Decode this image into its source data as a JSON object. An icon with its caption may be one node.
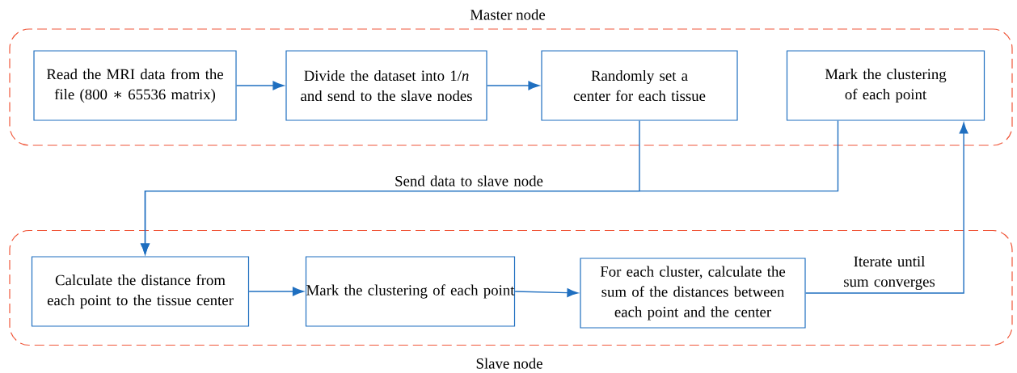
{
  "diagram": {
    "nodes": [
      {
        "text": [
          "Master node"
        ]
      },
      {
        "text": [
          "Read the MRI data from the file (800 ∗ 65536 matrix)"
        ],
        "in": 0
      },
      {
        "text": [
          "Divide the dataset into 1/*n* and send to the slave nodes"
        ],
        "in": 0
      },
      {
        "text": [
          "Randomly set a center for each tissue"
        ],
        "in": 0
      },
      {
        "text": [
          "Mark the clustering of each point"
        ],
        "in": 0
      },
      {
        "text": [
          "Slave node"
        ]
      },
      {
        "text": [
          "Calculate the distance from each point to the tissue center"
        ],
        "in": 5
      },
      {
        "text": [
          "Mark the clustering of each point"
        ],
        "in": 5
      },
      {
        "text": [
          "For each cluster, calculate the sum of the distances between each point and the center"
        ],
        "in": 5
      }
    ],
    "edges": [
      {
        "from": 1,
        "to": 2,
        "arrow": "to"
      },
      {
        "from": 2,
        "to": 3,
        "arrow": "to"
      },
      {
        "from": 3,
        "to": 6,
        "arrow": "to",
        "label": "Send data to slave node"
      },
      {
        "from": 4,
        "to": 6,
        "arrow": "to"
      },
      {
        "from": 6,
        "to": 7,
        "arrow": "to"
      },
      {
        "from": 7,
        "to": 8,
        "arrow": "to"
      },
      {
        "from": 8,
        "to": 4,
        "arrow": "to",
        "label": "Iterate until sum converges"
      }
    ]
  }
}
